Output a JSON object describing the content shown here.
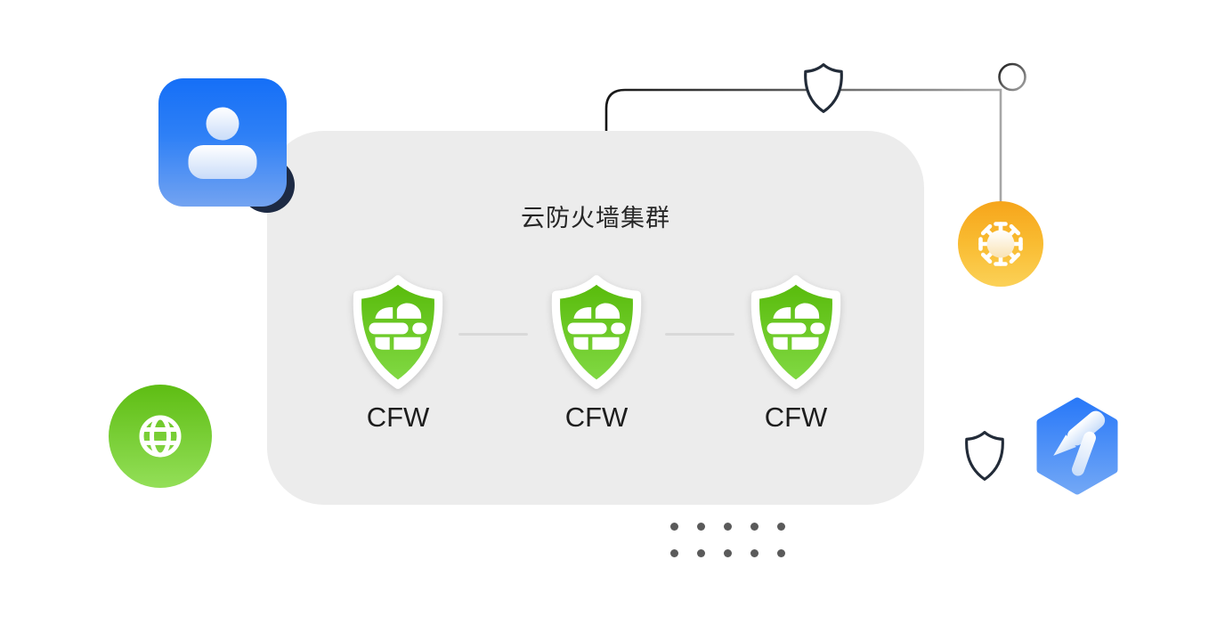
{
  "illustration": {
    "name": "cloud-firewall-cluster-illustration",
    "background": "#ffffff"
  },
  "panel": {
    "title": "云防火墙集群",
    "background": "#ececec",
    "nodes": [
      {
        "label": "CFW",
        "icon": "firewall-shield-icon"
      },
      {
        "label": "CFW",
        "icon": "firewall-shield-icon"
      },
      {
        "label": "CFW",
        "icon": "firewall-shield-icon"
      }
    ],
    "connector_color": "#d9d9d9"
  },
  "decorations": {
    "user_icon": {
      "name": "user-icon",
      "shape": "rounded-square",
      "colors": [
        "#156ff7",
        "#73a3f1"
      ],
      "accent_blob": "#1d2a44"
    },
    "globe_icon": {
      "name": "globe-icon",
      "shape": "circle",
      "colors": [
        "#5ebd13",
        "#93df58"
      ]
    },
    "top_shield_icon": {
      "name": "shield-outline-icon",
      "fill": "#ffffff",
      "stroke": "#222b38"
    },
    "virus_icon": {
      "name": "virus-icon",
      "shape": "circle",
      "colors": [
        "#f6a51b",
        "#fbd157"
      ]
    },
    "bottom_shield_icon": {
      "name": "shield-outline-icon",
      "fill": "#ffffff",
      "stroke": "#222b38"
    },
    "hammer_hexagon_icon": {
      "name": "hammer-hexagon-icon",
      "shape": "hexagon",
      "colors": [
        "#2b7af8",
        "#70a6f6"
      ]
    },
    "string_line": {
      "name": "hanging-string-line",
      "colors": [
        "#161616",
        "#a8a8a8"
      ]
    },
    "dots_grid": {
      "name": "dots-grid",
      "rows": 2,
      "cols": 5,
      "color": "#5a5a5a"
    },
    "shield_green": {
      "colors": [
        "#57ba09",
        "#83da46"
      ],
      "border": "#ffffff"
    }
  }
}
